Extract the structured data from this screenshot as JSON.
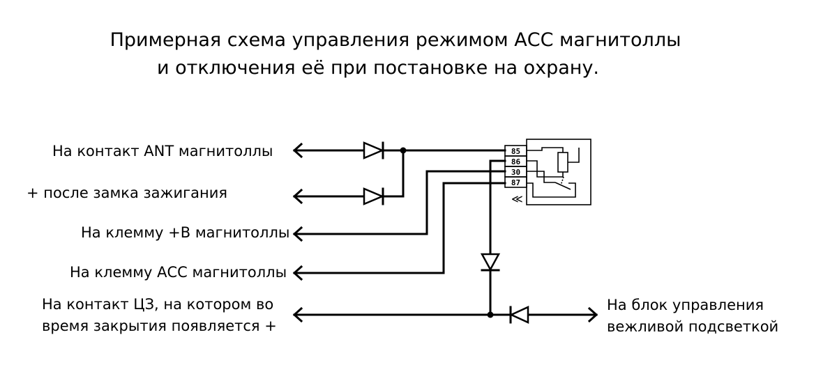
{
  "title": {
    "line1": "Примерная схема управления режимом АСС магнитоллы",
    "line2": "и отключения её при постановке на охрану."
  },
  "labels": {
    "ant": "На контакт ANT магнитоллы",
    "ign": "+ после замка зажигания",
    "b_plus": "На клемму +В магнитоллы",
    "acc": "На клемму АСС магнитоллы",
    "cz_line1": "На контакт ЦЗ, на котором во",
    "cz_line2": "время закрытия появляется +",
    "courtesy_line1": "На блок управления",
    "courtesy_line2": "вежливой подсветкой"
  },
  "relay": {
    "pins": [
      "85",
      "86",
      "30",
      "87"
    ],
    "symbol": "≪"
  },
  "icons": {
    "diode": "diode-icon",
    "relay": "relay-icon",
    "arrow": "arrow-icon"
  },
  "colors": {
    "line": "#000000",
    "background": "#ffffff"
  }
}
